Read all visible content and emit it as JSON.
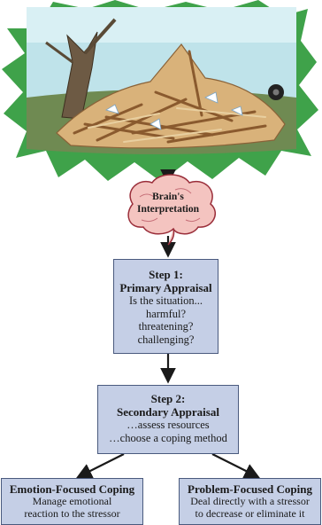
{
  "brain": {
    "label_line1": "Brain's",
    "label_line2": "Interpretation",
    "icon": "brain-icon",
    "fill_color": "#f4c4c0",
    "outline_color": "#9a2e3a"
  },
  "scene": {
    "icon": "debris-pile-illustration",
    "burst_color": "#3fa24a",
    "sky_color": "#bfe3ea"
  },
  "step1": {
    "title_line1": "Step 1:",
    "title_line2": "Primary Appraisal",
    "lines": [
      "Is the situation...",
      "harmful?",
      "threatening?",
      "challenging?"
    ]
  },
  "step2": {
    "title_line1": "Step 2:",
    "title_line2": "Secondary Appraisal",
    "lines": [
      "…assess resources",
      "…choose a coping method"
    ]
  },
  "emotion_coping": {
    "title": "Emotion-Focused Coping",
    "lines": [
      "Manage emotional",
      "reaction to the stressor"
    ]
  },
  "problem_coping": {
    "title": "Problem-Focused Coping",
    "lines": [
      "Deal directly with a stressor",
      "to decrease or eliminate it"
    ]
  },
  "colors": {
    "box_fill": "#c5cfe6",
    "box_border": "#4a5a7e",
    "arrow": "#1a1a1a"
  }
}
